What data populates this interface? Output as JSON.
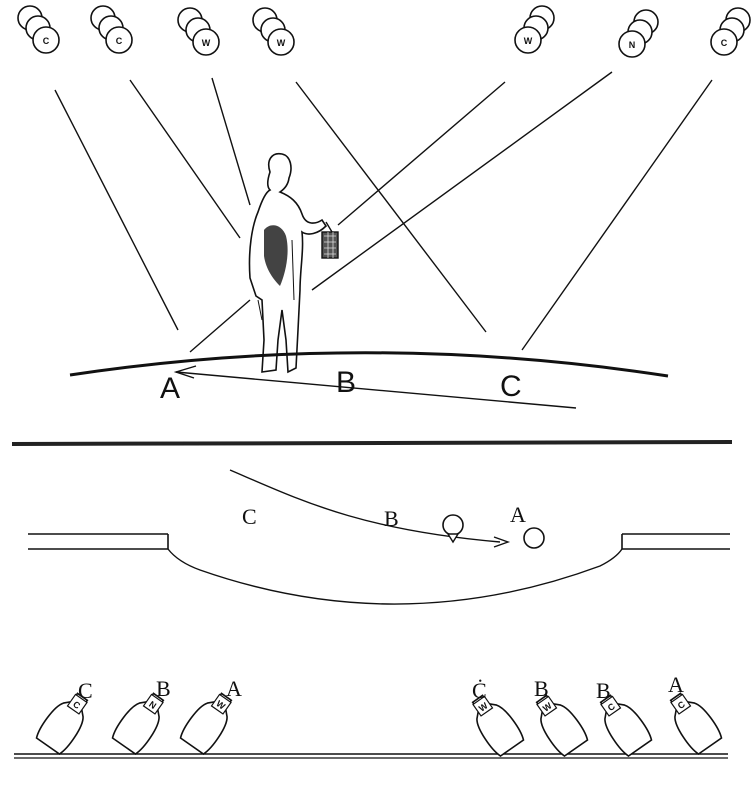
{
  "top_panel": {
    "sources": [
      {
        "id": "s1",
        "letter": "C"
      },
      {
        "id": "s2",
        "letter": "C"
      },
      {
        "id": "s3",
        "letter": "W"
      },
      {
        "id": "s4",
        "letter": "W"
      },
      {
        "id": "s5",
        "letter": "W"
      },
      {
        "id": "s6",
        "letter": "N"
      },
      {
        "id": "s7",
        "letter": "C"
      }
    ],
    "ground_labels": {
      "a": "A",
      "b": "B",
      "c": "C"
    }
  },
  "middle_panel": {
    "labels": {
      "c": "C",
      "b": "B",
      "a": "A"
    }
  },
  "bottom_panel": {
    "left_group": [
      {
        "id": "l1",
        "label": "C",
        "tag": "C"
      },
      {
        "id": "l2",
        "label": "B",
        "tag": "N"
      },
      {
        "id": "l3",
        "label": "A",
        "tag": "W"
      }
    ],
    "right_group": [
      {
        "id": "r1",
        "label": "Ċ",
        "tag": "W"
      },
      {
        "id": "r2",
        "label": "B",
        "tag": "W"
      },
      {
        "id": "r3",
        "label": "B",
        "tag": "C"
      },
      {
        "id": "r4",
        "label": "A",
        "tag": "C"
      }
    ]
  }
}
